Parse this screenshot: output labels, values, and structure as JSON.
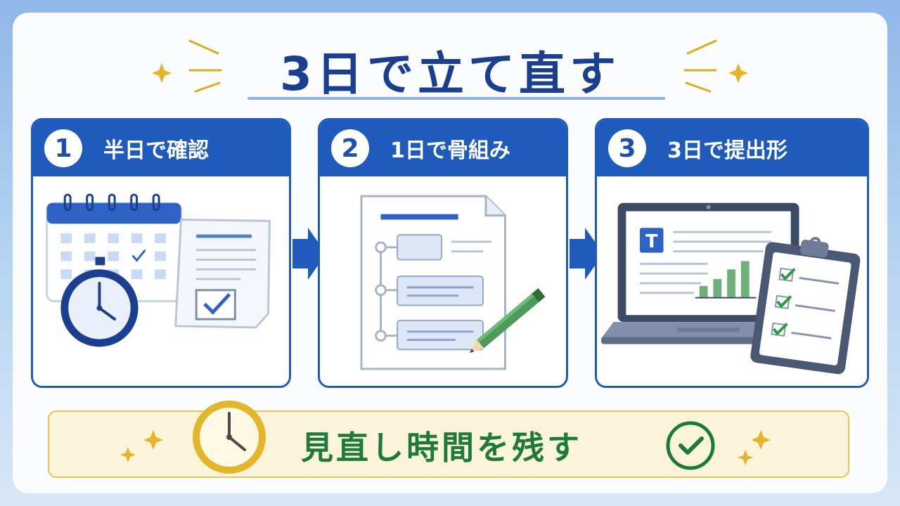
{
  "title": "3日で立て直す",
  "steps": [
    {
      "number": "1",
      "label": "半日で確認"
    },
    {
      "number": "2",
      "label": "1日で骨組み"
    },
    {
      "number": "3",
      "label": "3日で提出形"
    }
  ],
  "document_icon_letter": "T",
  "banner": {
    "text": "見直し時間を残す"
  },
  "colors": {
    "primary_blue": "#1f5bbd",
    "title_navy": "#1b3f8f",
    "gold": "#e3b52a",
    "green": "#1d7a3a"
  }
}
